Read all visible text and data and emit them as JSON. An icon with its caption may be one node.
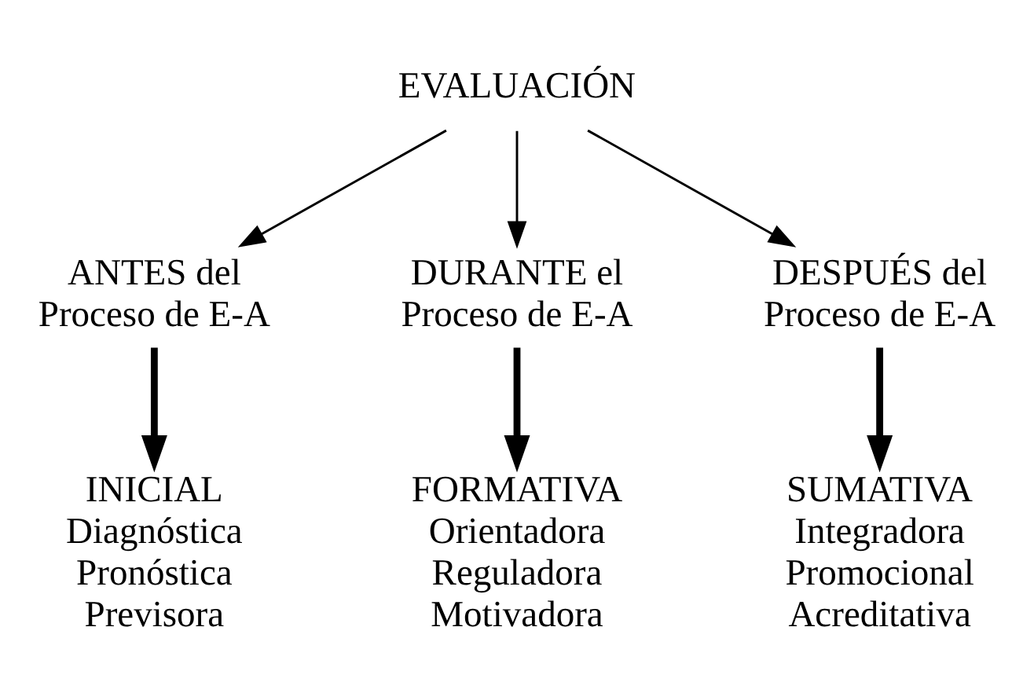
{
  "diagram": {
    "nodes": [
      {
        "text": [
          "EVALUACIÓN"
        ]
      },
      {
        "text": [
          "ANTES del Proceso de E-A"
        ]
      },
      {
        "text": [
          "DURANTE el Proceso de E-A"
        ]
      },
      {
        "text": [
          "DESPUÉS del Proceso de E-A"
        ]
      },
      {
        "text": [
          "INICIAL",
          "Diagnóstica",
          "Pronóstica",
          "Previsora"
        ]
      },
      {
        "text": [
          "FORMATIVA",
          "Orientadora",
          "Reguladora",
          "Motivadora"
        ]
      },
      {
        "text": [
          "SUMATIVA",
          "Integradora",
          "Promocional",
          "Acreditativa"
        ]
      }
    ],
    "edges": [
      {
        "from": 0,
        "to": 1,
        "arrow": "to"
      },
      {
        "from": 0,
        "to": 2,
        "arrow": "to"
      },
      {
        "from": 0,
        "to": 3,
        "arrow": "to"
      },
      {
        "from": 1,
        "to": 4,
        "arrow": "to",
        "style": "thick"
      },
      {
        "from": 2,
        "to": 5,
        "arrow": "to",
        "style": "thick"
      },
      {
        "from": 3,
        "to": 6,
        "arrow": "to",
        "style": "thick"
      }
    ]
  }
}
